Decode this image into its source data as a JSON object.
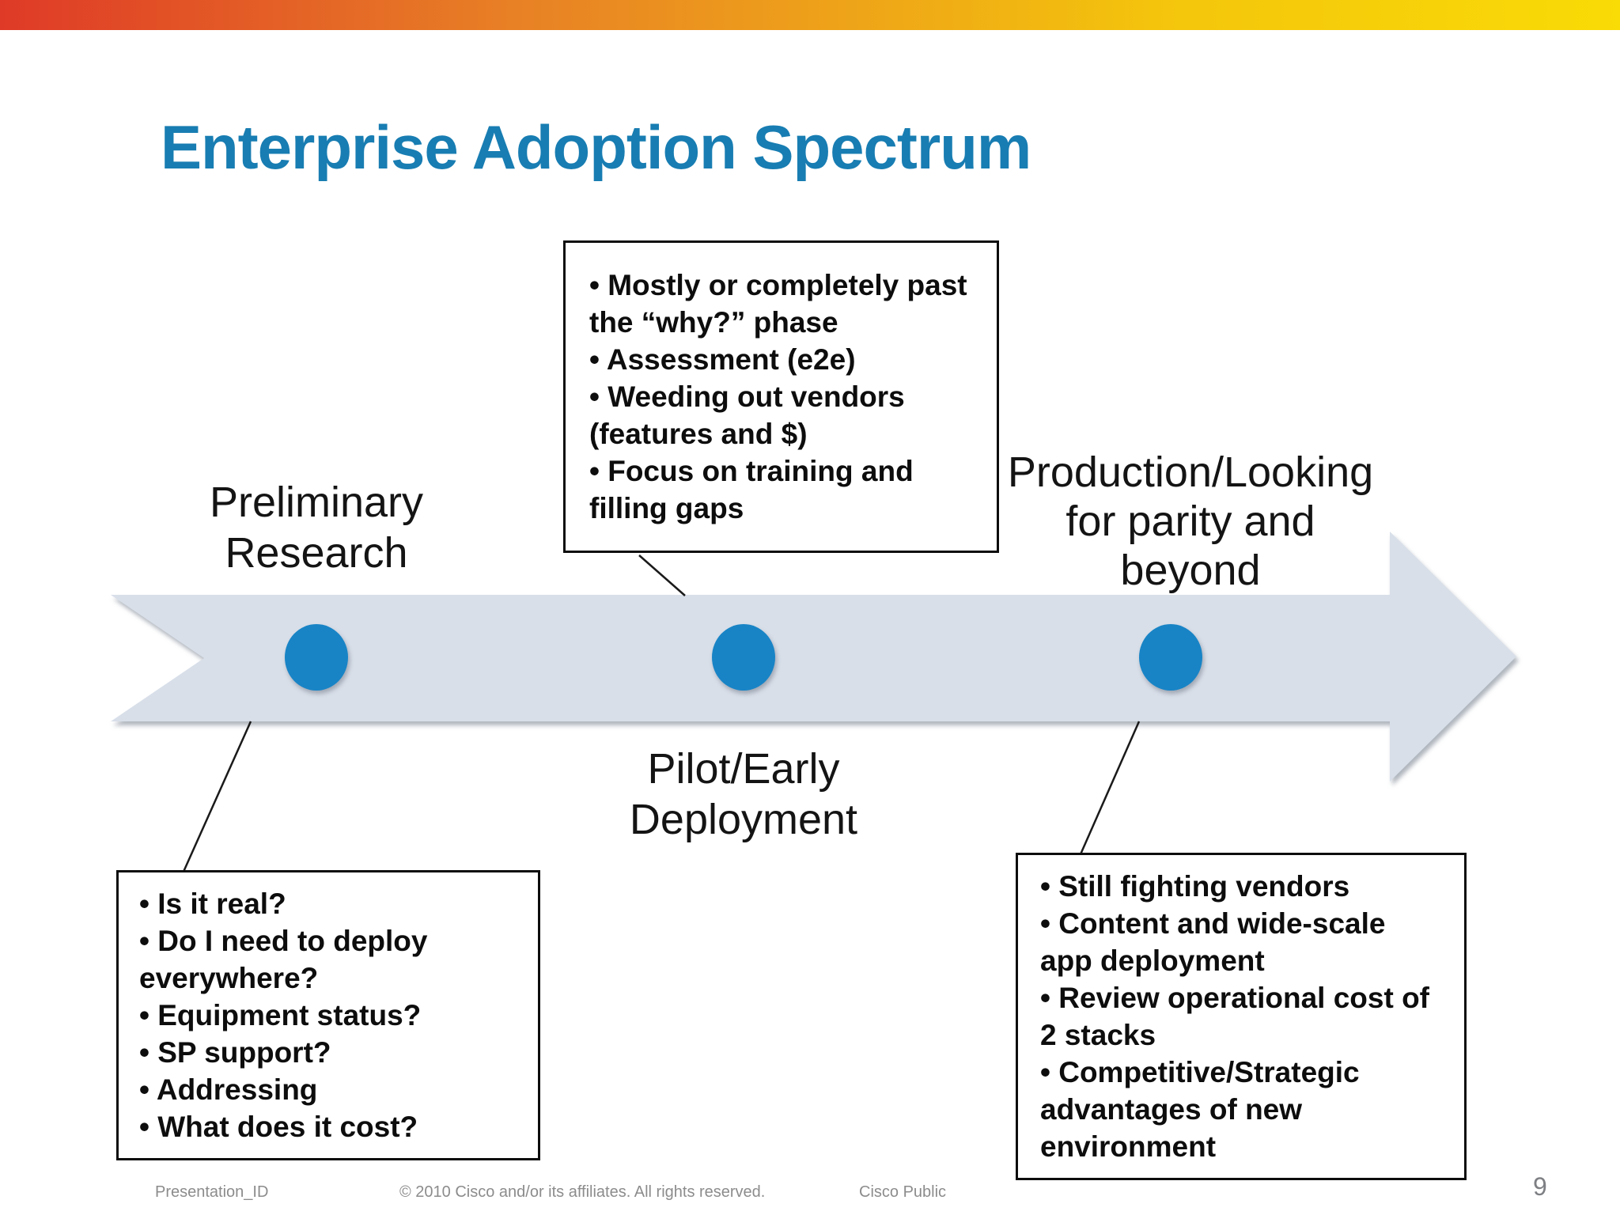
{
  "colors": {
    "bar-red": "#DF3A27",
    "bar-orange": "#E88125",
    "bar-yellow-mid": "#F4C50C",
    "bar-yellow": "#F9DB06",
    "title-blue": "#187DB2",
    "arrow-fill": "#D8DFE9",
    "dot-blue": "#1884C6",
    "footer-gray": "#8C8C8C"
  },
  "header": {
    "title": "Enterprise Adoption Spectrum"
  },
  "timeline": {
    "arrow_direction": "right",
    "stages": [
      {
        "id": "preliminary-research",
        "label": "Preliminary\nResearch",
        "label_position": "above"
      },
      {
        "id": "pilot-early-deployment",
        "label": "Pilot/Early\nDeployment",
        "label_position": "below"
      },
      {
        "id": "production-parity",
        "label": "Production/Looking\nfor parity and\nbeyond",
        "label_position": "above"
      }
    ]
  },
  "callouts": [
    {
      "id": "preliminary-research-details",
      "bullets": [
        "Is it real?",
        "Do I need to deploy everywhere?",
        "Equipment status?",
        "SP support?",
        "Addressing",
        "What does it cost?"
      ]
    },
    {
      "id": "pilot-early-deployment-details",
      "bullets": [
        "Mostly or completely past the “why?” phase",
        "Assessment (e2e)",
        "Weeding out vendors (features and $)",
        "Focus on training and filling gaps"
      ]
    },
    {
      "id": "production-details",
      "bullets": [
        "Still fighting vendors",
        "Content and wide-scale app deployment",
        "Review operational cost of 2 stacks",
        "Competitive/Strategic advantages of new environment"
      ]
    }
  ],
  "footer": {
    "presentation_id": "Presentation_ID",
    "copyright": "© 2010 Cisco and/or its affiliates. All rights reserved.",
    "classification": "Cisco Public",
    "page_number": "9"
  }
}
